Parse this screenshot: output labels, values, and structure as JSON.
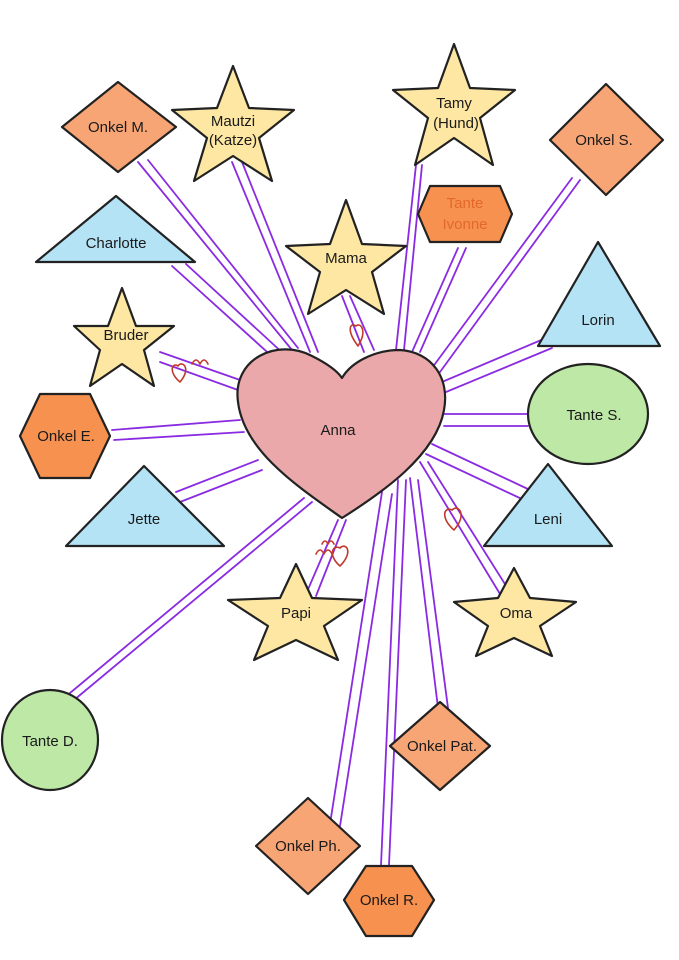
{
  "center": {
    "label": "Anna"
  },
  "colors": {
    "heart": "#eaa8aa",
    "star": "#fde7a3",
    "triangle": "#b5e3f6",
    "circle": "#bde8a6",
    "hexagon": "#f7914f",
    "diamond": "#f8a576",
    "line": "#8a2be2",
    "doodle": "#c0392b"
  },
  "nodes": {
    "onkel_m": "Onkel M.",
    "mautzi": [
      "Mautzi",
      "(Katze)"
    ],
    "tamy": [
      "Tamy",
      "(Hund)"
    ],
    "onkel_s": "Onkel S.",
    "charlotte": "Charlotte",
    "tante_ivonne": [
      "Tante",
      "Ivonne"
    ],
    "mama": "Mama",
    "lorin": "Lorin",
    "bruder": "Bruder",
    "tante_s": "Tante S.",
    "onkel_e": "Onkel E.",
    "jette": "Jette",
    "leni": "Leni",
    "papi": "Papi",
    "oma": "Oma",
    "tante_d": "Tante D.",
    "onkel_pat": "Onkel Pat.",
    "onkel_ph": "Onkel Ph.",
    "onkel_r": "Onkel R."
  }
}
